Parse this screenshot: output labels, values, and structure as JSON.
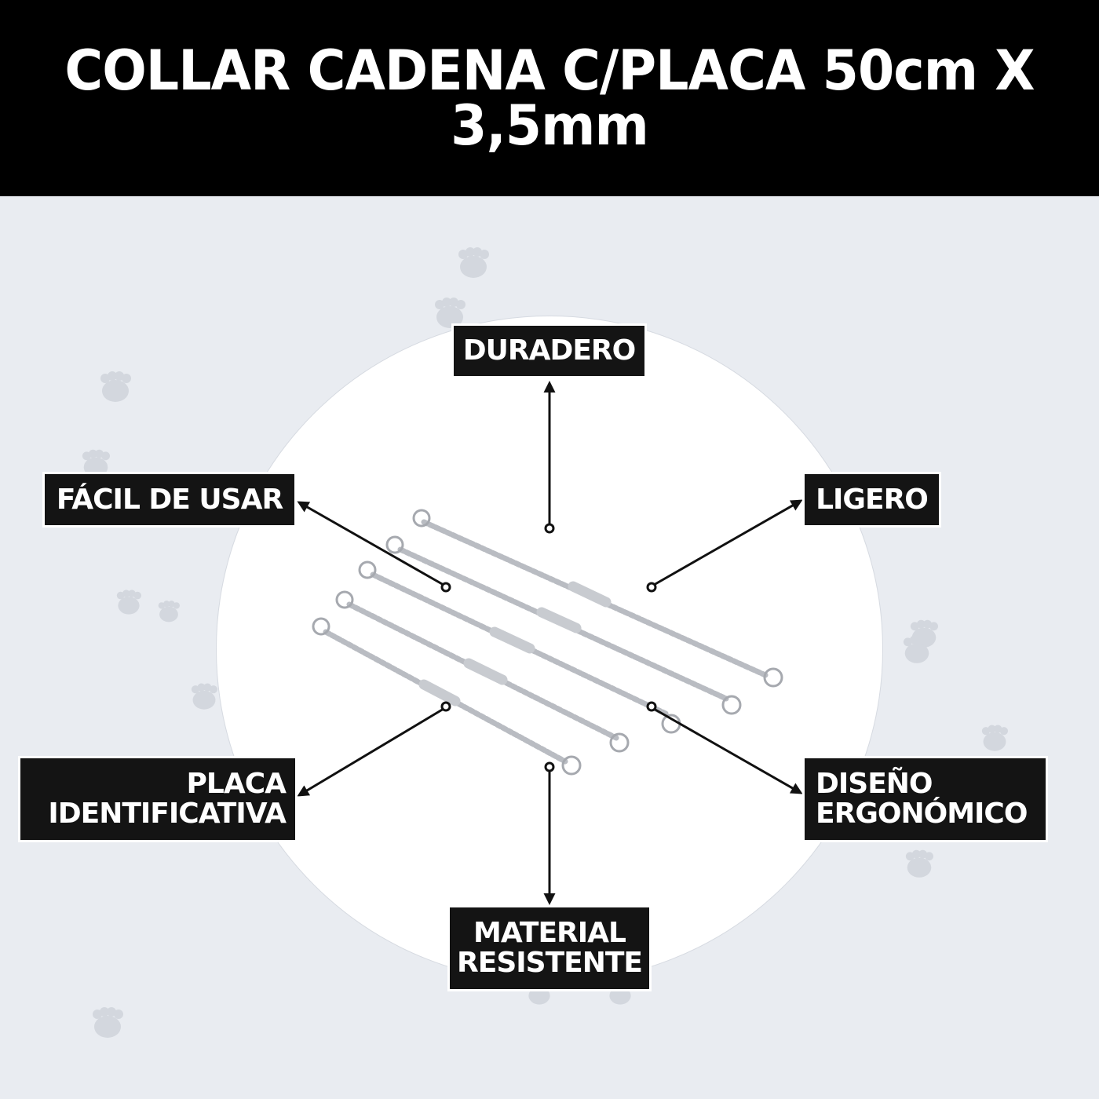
{
  "header": {
    "title": "COLLAR CADENA C/PLACA 50cm X 3,5mm"
  },
  "colors": {
    "header_bg": "#000000",
    "background": "#e9ecf1",
    "circle": "#ffffff",
    "label_bg": "#141414",
    "label_text": "#ffffff",
    "paw": "#d3d7de"
  },
  "product": {
    "image": "silver-chain-collars-with-id-plate",
    "count": 5
  },
  "features": [
    {
      "id": "duradero",
      "lines": [
        "DURADERO"
      ]
    },
    {
      "id": "facil",
      "lines": [
        "FÁCIL DE USAR"
      ]
    },
    {
      "id": "ligero",
      "lines": [
        "LIGERO"
      ]
    },
    {
      "id": "placa",
      "lines": [
        "PLACA",
        "IDENTIFICATIVA"
      ]
    },
    {
      "id": "diseno",
      "lines": [
        "DISEÑO",
        "ERGONÓMICO"
      ]
    },
    {
      "id": "material",
      "lines": [
        "MATERIAL",
        "RESISTENTE"
      ]
    }
  ],
  "decorations": {
    "icon": "paw-print-icon"
  }
}
